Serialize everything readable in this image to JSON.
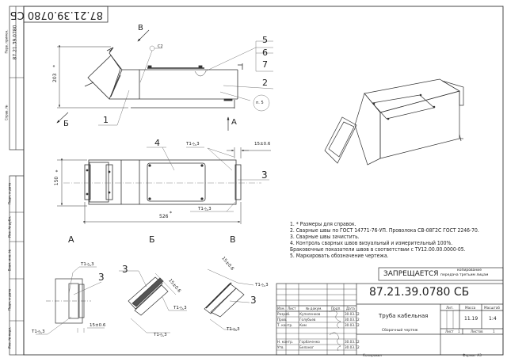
{
  "drawing": {
    "designation": "87.21.39.0780 СБ",
    "designation_mirrored": "87.21.39.0780 СБ",
    "title": "Труба кабельная",
    "doc_type": "Сборочный чертеж",
    "copy_notice": {
      "big": "ЗАПРЕЩАЕТСЯ",
      "small_line1": "копирование",
      "small_line2": "передача третьим лицам"
    },
    "footer": {
      "copied": "Копировал",
      "format": "Формат А3"
    }
  },
  "left_strip": {
    "perv_primen_label": "Перв. примен.",
    "perv_primen_value": "87.21.39.0780",
    "sprav_label": "Справ. №",
    "podp_data_1": "Подп. и дата",
    "inv_dubl": "Инв. № дубл.",
    "vzam_inv": "Взам. инв. №",
    "podp_data_2": "Подп. и дата",
    "inv_podl": "Инв. № подл."
  },
  "views": {
    "arrow_v": "В",
    "arrow_b": "Б",
    "arrow_a": "А",
    "section_a": "А",
    "section_b": "Б",
    "section_v": "В"
  },
  "dimensions": {
    "height_203": "203",
    "height_150": "150",
    "length_526": "526",
    "star": "*",
    "weld_size": "15±0.6",
    "chamfer": "С2",
    "weld_symbol": "Т1-◺3",
    "note_ref": "п. 5"
  },
  "callouts": {
    "p1": "1",
    "p2": "2",
    "p3": "3",
    "p4": "4",
    "p5": "5",
    "p6": "6",
    "p7": "7"
  },
  "notes": [
    "1.  * Размеры для справок.",
    "2. Сварные швы по ГОСТ 14771-76-УП. Проволока СВ-08Г2С ГОСТ 2246-70.",
    "3. Сварные швы зачистить.",
    "4. Контроль сварных швов визуальный и измерительный 100%.",
    "Браковочные показатели швов в соответствии с ТУ12.00.00.0000-05.",
    "5. Маркировать обозначение чертежа."
  ],
  "title_block": {
    "headers": {
      "izm": "Изм.",
      "list": "Лист",
      "n_dokum": "№ докум.",
      "podp": "Подп.",
      "data": "Дата",
      "lit": "Лит.",
      "massa": "Масса",
      "masshtab": "Масштаб",
      "list2": "Лист",
      "listov": "Листов"
    },
    "rows": [
      {
        "role": "Разраб.",
        "name": "Куполенков",
        "date": "30.03.12"
      },
      {
        "role": "Пров.",
        "name": "Голубьев",
        "date": "30.03.12"
      },
      {
        "role": "Т. контр.",
        "name": "Ким",
        "date": "30.03.12"
      },
      {
        "role": "",
        "name": "",
        "date": ""
      },
      {
        "role": "Н. контр.",
        "name": "Горбаченко",
        "date": "30.03.12"
      },
      {
        "role": "Утв.",
        "name": "Белоног",
        "date": "30.03.12"
      }
    ],
    "mass": "11.19",
    "scale": "1:4",
    "sheet": "1",
    "sheets": "1"
  }
}
